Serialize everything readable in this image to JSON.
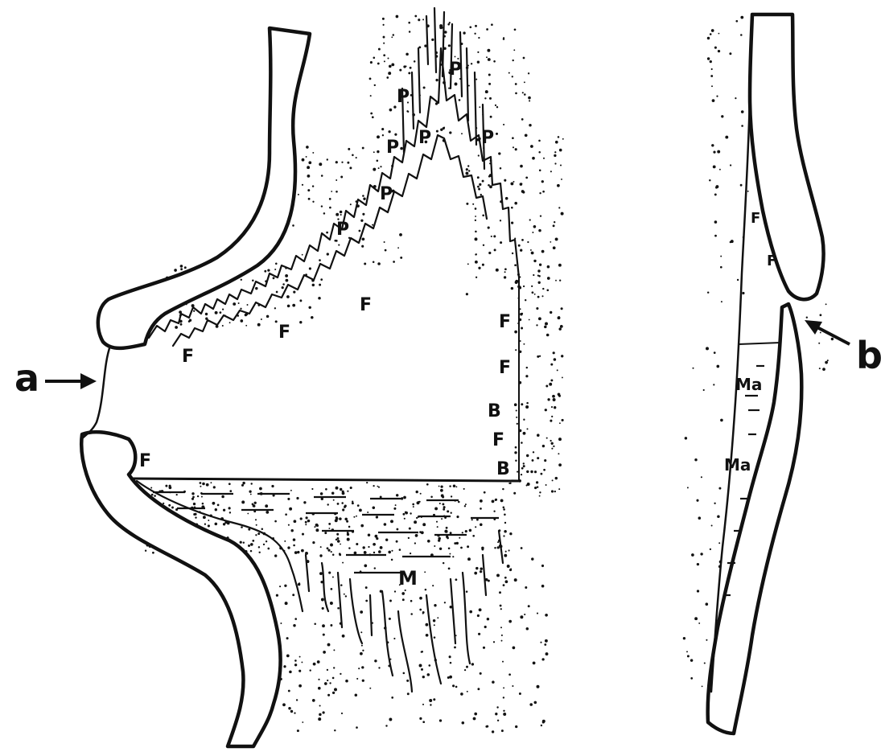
{
  "panel_a": {
    "label": "a",
    "marks": {
      "P": "P",
      "F": "F",
      "B": "B",
      "M": "M"
    }
  },
  "panel_b": {
    "label": "b",
    "marks": {
      "F": "F",
      "Ma": "Ma"
    }
  },
  "colors": {
    "ink": "#111111",
    "background": "#ffffff"
  }
}
